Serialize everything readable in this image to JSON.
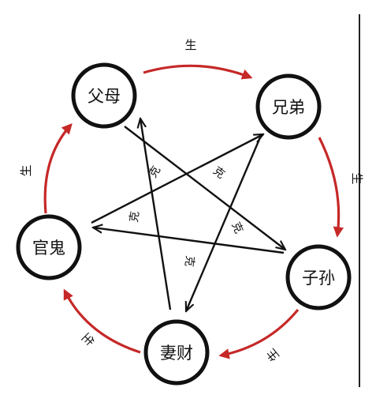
{
  "nodes": {
    "fumu": "父母",
    "xiongdi": "兄弟",
    "zisun": "子孙",
    "qicai": "妻财",
    "guangui": "官鬼"
  },
  "generate_labels": {
    "fumu_xiongdi": "生",
    "xiongdi_zisun": "生",
    "zisun_qicai": "生",
    "qicai_guangui": "生",
    "guangui_fumu": "生"
  },
  "control_labels": {
    "fumu_zisun": "克",
    "zisun_guangui": "克",
    "guangui_xiongdi": "克",
    "xiongdi_qicai": "克",
    "qicai_fumu": "克"
  },
  "colors": {
    "generate": "#c62828",
    "control": "#111111",
    "node_border": "#111111",
    "background": "#ffffff"
  }
}
